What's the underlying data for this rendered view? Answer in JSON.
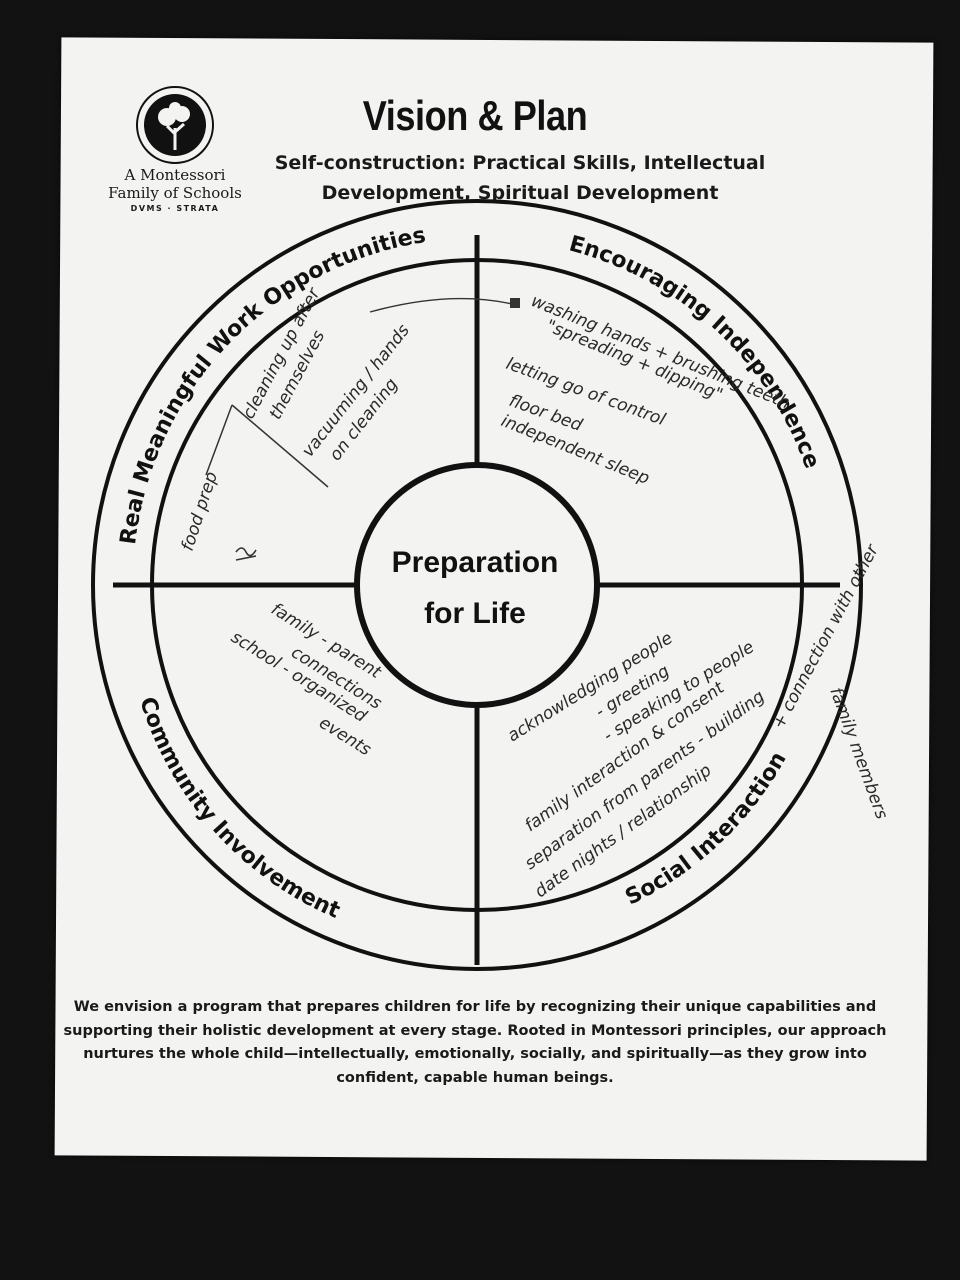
{
  "header": {
    "logo": {
      "icon": "tree-icon",
      "line1": "A Montessori",
      "line2": "Family of Schools",
      "line3": "DVMS · STRATA"
    },
    "title": "Vision & Plan",
    "subtitle_line1": "Self-construction: Practical Skills, Intellectual",
    "subtitle_line2": "Development, Spiritual Development"
  },
  "wheel": {
    "center_line1": "Preparation",
    "center_line2": "for Life",
    "quadrants": {
      "top_left": "Real Meaningful Work Opportunities",
      "top_right": "Encouraging Independence",
      "bottom_left": "Community Involvement",
      "bottom_right": "Social Interaction"
    }
  },
  "notes": {
    "top_left": {
      "cleaning_1": "cleaning up after",
      "cleaning_2": "themselves",
      "vacuum_1": "vacuuming / hands",
      "vacuum_2": "on cleaning",
      "food": "food prep"
    },
    "top_right": {
      "washing": "washing hands + brushing teeth",
      "spreading": "\"spreading + dipping\"",
      "letting": "letting go of control",
      "floor": "floor bed",
      "sleep": "independent sleep"
    },
    "bottom_left": {
      "family_1": "family - parent",
      "family_2": "connections",
      "school_1": "school - organized",
      "school_2": "events"
    },
    "bottom_right": {
      "ack": "acknowledging people",
      "greeting": "- greeting",
      "speaking": "- speaking to people",
      "family_int": "family interaction & consent",
      "separation": "separation from parents - building",
      "date": "date nights / relationship",
      "connection": "+ connection with other",
      "family_members": "family members"
    }
  },
  "footer": {
    "line1": "We envision a program that prepares children for life by recognizing their unique capabilities and",
    "line2": "supporting their holistic development at every stage. Rooted in Montessori principles, our approach",
    "line3": "nurtures the whole child—intellectually, emotionally, socially, and spiritually—as they grow into",
    "line4": "confident, capable human beings."
  }
}
